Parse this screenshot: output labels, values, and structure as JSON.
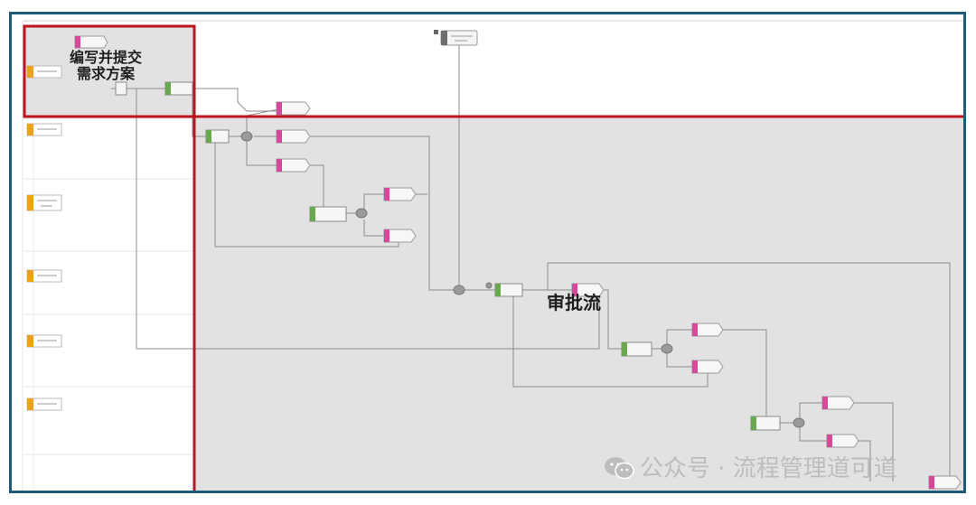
{
  "annotations": {
    "req_box_label_line1": "编写并提交",
    "req_box_label_line2": "需求方案",
    "approval_label": "审批流"
  },
  "watermark": {
    "icon": "wechat-icon",
    "text": "公众号 · 流程管理道可道"
  },
  "colors": {
    "frame_border": "#1f5a78",
    "highlight_border": "#c0121f",
    "activity_green": "#6aa84f",
    "event_pink": "#d6489a",
    "role_orange": "#f0a020",
    "connector": "#8c8c8c"
  },
  "roles": [
    "",
    "",
    "",
    "",
    "",
    "",
    ""
  ],
  "nodes": {
    "activities": [
      "",
      "",
      "",
      "",
      "",
      "",
      ""
    ],
    "events": [
      "",
      "",
      "",
      "",
      "",
      "",
      "",
      "",
      "",
      "",
      "",
      ""
    ],
    "gateways": [
      "",
      "",
      "",
      "",
      "",
      ""
    ]
  }
}
